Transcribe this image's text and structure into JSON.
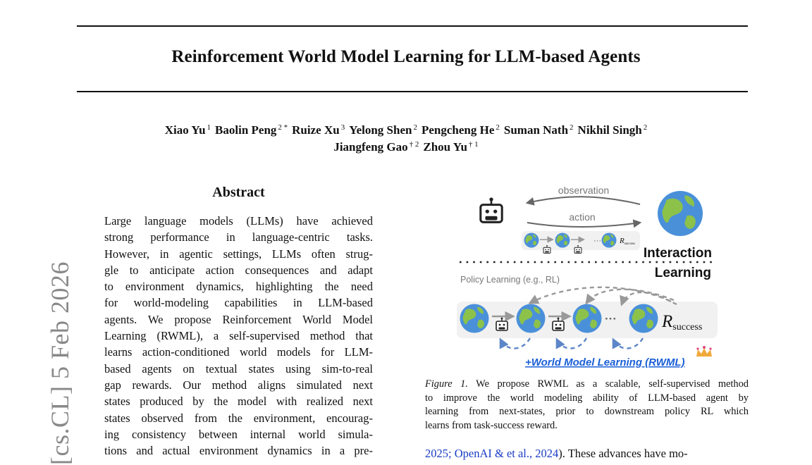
{
  "paper": {
    "title": "Reinforcement World Model Learning for LLM-based Agents",
    "authors_line1": [
      {
        "name": "Xiao Yu",
        "aff": "1"
      },
      {
        "name": "Baolin Peng",
        "aff": "2 *"
      },
      {
        "name": "Ruize Xu",
        "aff": "3"
      },
      {
        "name": "Yelong Shen",
        "aff": "2"
      },
      {
        "name": "Pengcheng He",
        "aff": "2"
      },
      {
        "name": "Suman Nath",
        "aff": "2"
      },
      {
        "name": "Nikhil Singh",
        "aff": "2"
      }
    ],
    "authors_line2": [
      {
        "name": "Jiangfeng Gao",
        "aff": "† 2"
      },
      {
        "name": "Zhou Yu",
        "aff": "† 1"
      }
    ],
    "arxiv_stamp": "[cs.CL]  5 Feb 2026"
  },
  "abstract": {
    "heading": "Abstract",
    "lines": [
      "Large language models (LLMs) have achieved",
      "strong performance in language-centric tasks.",
      "However, in agentic settings, LLMs often strug-",
      "gle to anticipate action consequences and adapt",
      "to environment dynamics, highlighting the need",
      "for world-modeling capabilities in LLM-based",
      "agents. We propose Reinforcement World Model",
      "Learning (RWML), a self-supervised method that",
      "learns action-conditioned world models for LLM-",
      "based agents on textual states using sim-to-real",
      "gap rewards. Our method aligns simulated next",
      "states produced by the model with realized next",
      "states observed from the environment, encourag-",
      "ing consistency between internal world simula-",
      "tions and actual environment dynamics in a pre-"
    ]
  },
  "figure": {
    "observation_label": "observation",
    "action_label": "action",
    "ellipsis": "···",
    "r_small": "R",
    "r_small_sub": "success",
    "interaction_label": "Interaction",
    "learning_label": "Learning",
    "policy_label": "Policy Learning (e.g., RL)",
    "r_large": "R",
    "r_large_sub": "success",
    "rwml_label": "+World Model Learning (RWML)",
    "crown_icon": "crown-icon",
    "accent_blue": "#1a5fd6",
    "globe_blue": "#4a90d9",
    "globe_green": "#8cc24a"
  },
  "caption": {
    "label": "Figure 1.",
    "lines": [
      "We propose RWML as a scalable, self-supervised method",
      "to improve the world modeling ability of LLM-based agent by",
      "learning from next-states, prior to downstream policy RL which",
      "learns from task-success reward."
    ]
  },
  "body_snippet": {
    "citation": "2025; OpenAI & et al., 2024",
    "text": "). These advances have mo-"
  }
}
